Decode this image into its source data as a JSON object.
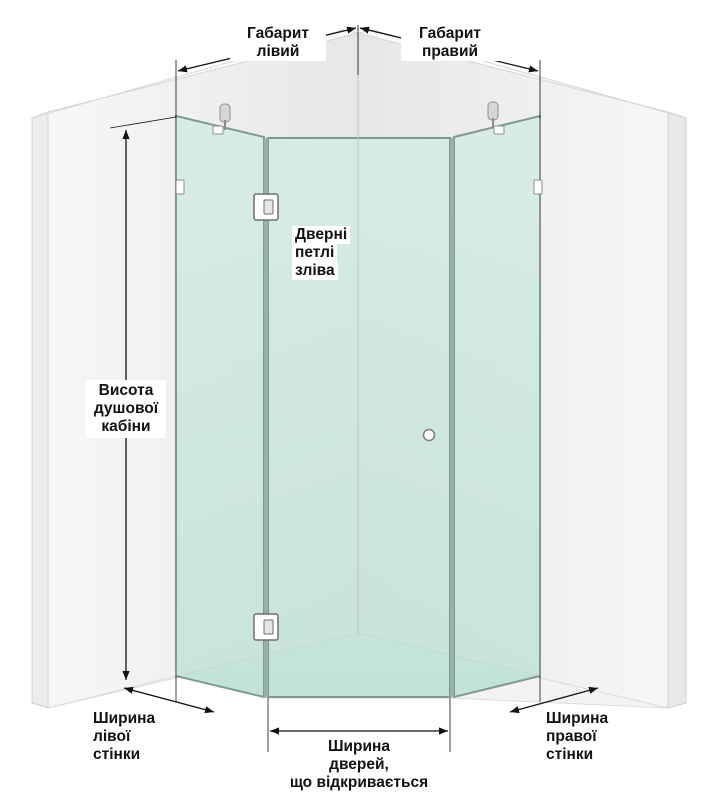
{
  "labels": {
    "gabaryt_livyi": [
      "Габарит",
      "лівий"
    ],
    "gabaryt_pravyi": [
      "Габарит",
      "правий"
    ],
    "dverni_petli": [
      "Дверні",
      "петлі",
      "зліва"
    ],
    "vysota": [
      "Висота",
      "душової",
      "кабіни"
    ],
    "shyryna_livoi": [
      "Ширина",
      "лівої",
      "стінки"
    ],
    "shyryna_pravoi": [
      "Ширина",
      "правої",
      "стінки"
    ],
    "shyryna_dverei": [
      "Ширина",
      "дверей,",
      "що відкривається"
    ]
  },
  "colors": {
    "glass": "#c9e6dc",
    "glass_edge": "#7f9a90",
    "wall_light": "#f2f2f3",
    "wall_mid": "#e4e4e6",
    "dim_line": "#111111",
    "hardware": "#b8b8b8"
  }
}
